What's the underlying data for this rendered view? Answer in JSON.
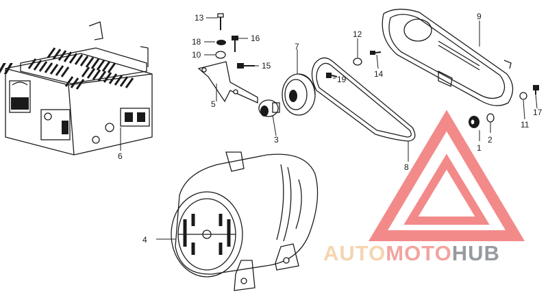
{
  "diagram": {
    "callouts": [
      {
        "id": "c1",
        "label": "1"
      },
      {
        "id": "c2",
        "label": "2"
      },
      {
        "id": "c3",
        "label": "3"
      },
      {
        "id": "c4",
        "label": "4"
      },
      {
        "id": "c5",
        "label": "5"
      },
      {
        "id": "c6",
        "label": "6"
      },
      {
        "id": "c7",
        "label": "7"
      },
      {
        "id": "c8",
        "label": "8"
      },
      {
        "id": "c9",
        "label": "9"
      },
      {
        "id": "c10",
        "label": "10"
      },
      {
        "id": "c11",
        "label": "11"
      },
      {
        "id": "c12",
        "label": "12"
      },
      {
        "id": "c13",
        "label": "13"
      },
      {
        "id": "c14",
        "label": "14"
      },
      {
        "id": "c15",
        "label": "15"
      },
      {
        "id": "c16",
        "label": "16"
      },
      {
        "id": "c17",
        "label": "17"
      },
      {
        "id": "c18",
        "label": "18"
      },
      {
        "id": "c19",
        "label": "19"
      }
    ]
  },
  "watermark": {
    "text_part1": "AUTO",
    "text_part2": "MOTO",
    "text_part3": "HUB",
    "color_light": "#f3c89a",
    "color_mid": "#f08a86",
    "color_dark": "#7a7f86",
    "triangle_color": "#f06a6a"
  }
}
